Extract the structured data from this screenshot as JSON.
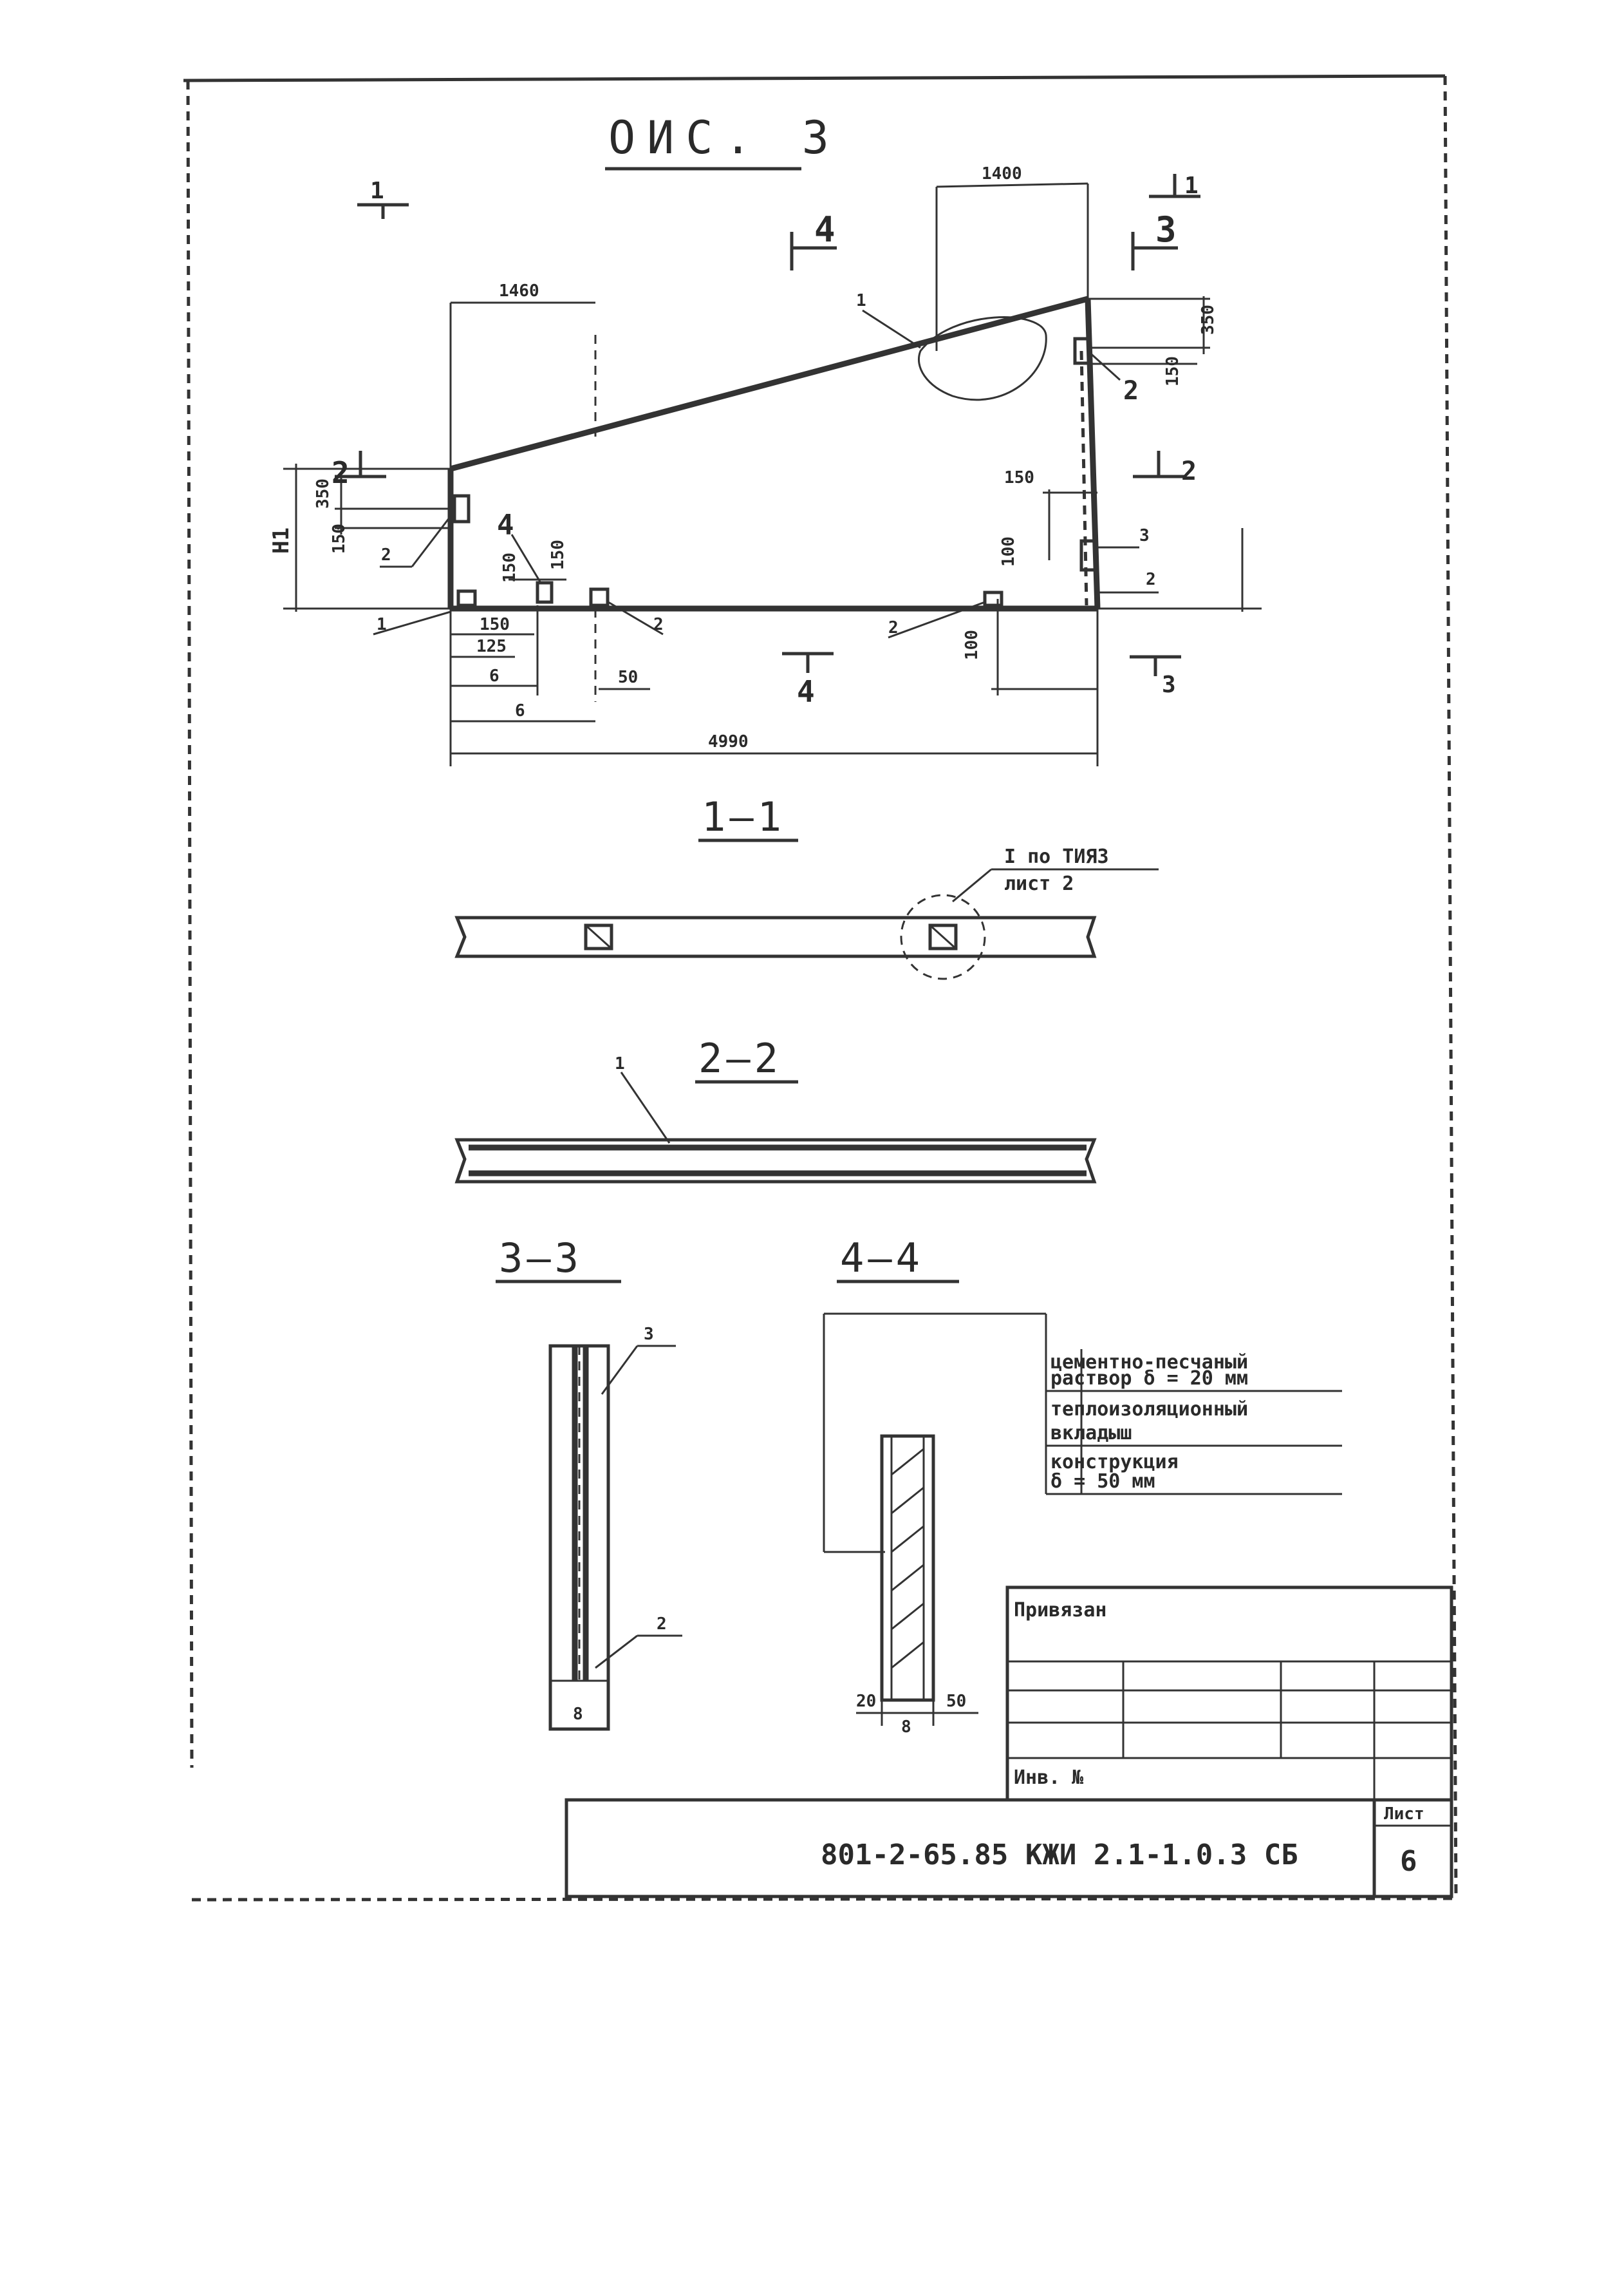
{
  "drawing": {
    "title": "ОИС. 3",
    "section_labels": [
      "1—1",
      "2—2",
      "3—3",
      "4—4"
    ],
    "cut_markers": {
      "m1": "1",
      "m2": "2",
      "m3": "3",
      "m4": "4"
    },
    "elevation": {
      "dims": {
        "top_width": "1400",
        "left_offset": "1460",
        "total": "4990",
        "right_top": "350",
        "right_mid": "150",
        "left_h1": "350",
        "left_h2": "150",
        "left_total": "Н1",
        "bottom_150": "150",
        "bottom_125": "125",
        "bottom_b": "6",
        "bottom_b2": "6",
        "bottom_50": "50",
        "mid_150": "150",
        "mid_r": "150",
        "right_r": "150",
        "mid_100": "100"
      },
      "callouts": {
        "c1": "1",
        "c2": "2",
        "c3": "2",
        "c4": "4",
        "c5": "1",
        "c6": "2",
        "c7": "2",
        "c8": "3",
        "c9": "2",
        "c10": "2"
      }
    },
    "section_1": {
      "note_line1": "I по ТИЯЗ",
      "note_line2": "лист 2"
    },
    "section_2": {
      "callout": "1"
    },
    "section_3": {
      "callout_top": "3",
      "callout_bottom": "2",
      "width": "8"
    },
    "section_4": {
      "layer1_line1": "цементно-песчаный",
      "layer1_line2": "раствор    δ = 20 мм",
      "layer2_line1": "теплоизоляционный",
      "layer2_line2": "вкладыш",
      "layer3_line1": "конструкция",
      "layer3_line2": "δ = 50 мм",
      "dim_left": "20",
      "dim_mid": "8",
      "dim_right": "50"
    },
    "stamp": {
      "privyazan": "Привязан",
      "inv": "Инв. №",
      "code": "801-2-65.85  КЖИ 2.1-1.0.3 СБ",
      "sheet_label": "Лист",
      "sheet_no": "6"
    }
  }
}
